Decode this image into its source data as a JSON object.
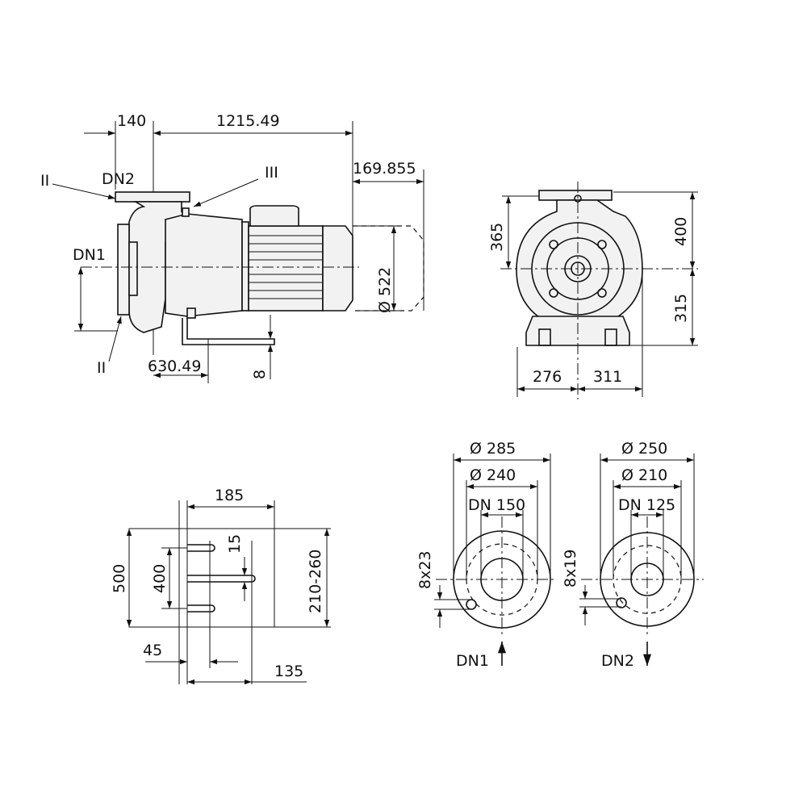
{
  "side_view": {
    "dim_top_left": "140",
    "dim_top_length": "1215.49",
    "dim_motor_overhang": "169.855",
    "dim_motor_diameter": "Ø 522",
    "dim_foot_offset": "630.49",
    "dim_foot_height": "8",
    "label_dn2": "DN2",
    "label_dn1": "DN1",
    "label_ii_top": "II",
    "label_ii_bottom": "II",
    "label_iii": "III"
  },
  "front_view": {
    "dim_365": "365",
    "dim_400": "400",
    "dim_315": "315",
    "dim_276": "276",
    "dim_311": "311"
  },
  "foundation_view": {
    "dim_185": "185",
    "dim_500": "500",
    "dim_400": "400",
    "dim_15": "15",
    "dim_210_260": "210-260",
    "dim_45": "45",
    "dim_135": "135"
  },
  "flange_dn1": {
    "outer": "Ø 285",
    "bolt_circle": "Ø 240",
    "nominal": "DN 150",
    "holes": "8x23",
    "label": "DN1"
  },
  "flange_dn2": {
    "outer": "Ø 250",
    "bolt_circle": "Ø 210",
    "nominal": "DN 125",
    "holes": "8x19",
    "label": "DN2"
  }
}
